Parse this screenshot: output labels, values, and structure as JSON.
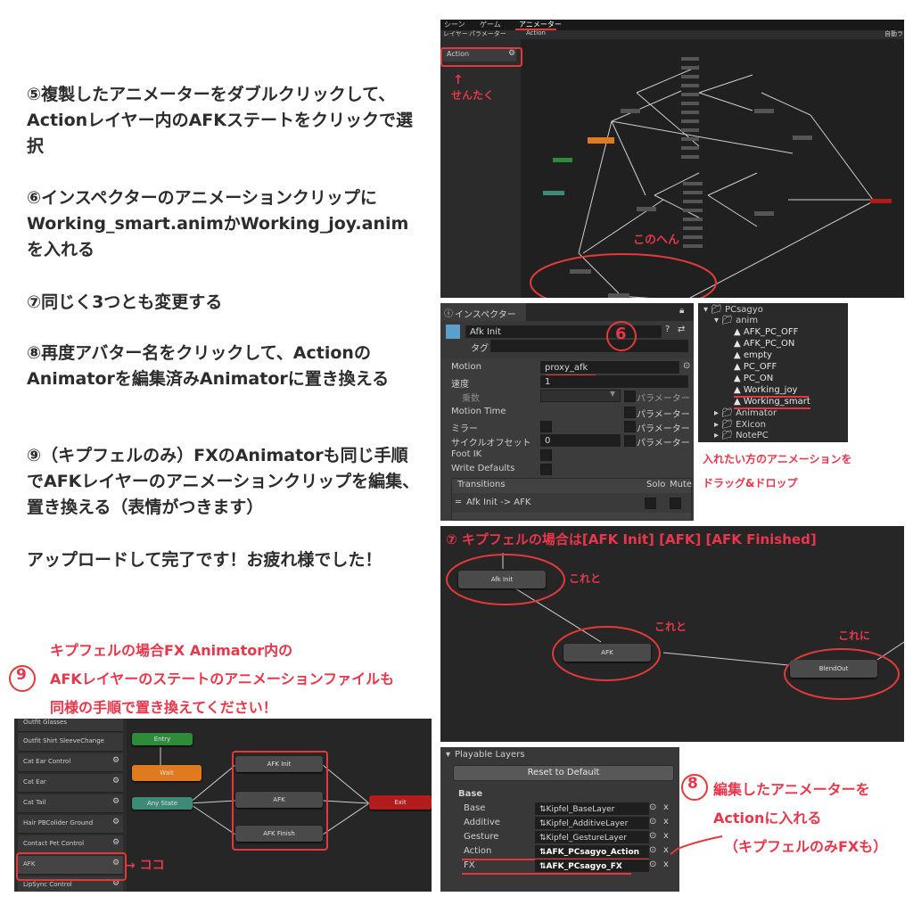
{
  "steps": {
    "s5": "⑤複製したアニメーターをダブルクリックして、Actionレイヤー内のAFKステートをクリックで選択",
    "s6": "⑥インスペクターのアニメーションクリップにWorking_smart.animかWorking_joy.animを入れる",
    "s7": "⑦同じく3つとも変更する",
    "s8": "⑧再度アバター名をクリックして、ActionのAnimatorを編集済みAnimatorに置き換える",
    "s9": "⑨（キプフェルのみ）FXのAnimatorも同じ手順でAFKレイヤーのアニメーションクリップを編集、置き換える（表情がつきます）",
    "done": "アップロードして完了です！お疲れ様でした！"
  },
  "animator_top": {
    "tabs": [
      "シーン",
      "ゲーム",
      "アニメーター"
    ],
    "sub_tabs": [
      "レイヤー",
      "パラメーター"
    ],
    "breadcrumb": "Action",
    "auto_label": "自動ラ",
    "layer_name": "Action",
    "note_select": "せんたく",
    "note_here": "このへん"
  },
  "inspector": {
    "tab": "インスペクター",
    "state_name": "Afk Init",
    "tag_label": "タグ",
    "rows": {
      "motion_label": "Motion",
      "motion_value": "proxy_afk",
      "speed_label": "速度",
      "speed_value": "1",
      "multiplier_label": "乗数",
      "param_label": "パラメーター",
      "motion_time_label": "Motion Time",
      "mirror_label": "ミラー",
      "cycle_label": "サイクルオフセット",
      "cycle_value": "0",
      "foot_ik_label": "Foot IK",
      "write_defaults_label": "Write Defaults"
    },
    "transitions_label": "Transitions",
    "solo_label": "Solo",
    "mute_label": "Mute",
    "transition_item": "Afk Init -> AFK",
    "circle_num": "6"
  },
  "project": {
    "root": "PCsagyo",
    "anim_folder": "anim",
    "files": [
      "AFK_PC_OFF",
      "AFK_PC_ON",
      "empty",
      "PC_OFF",
      "PC_ON",
      "Working_joy",
      "Working_smart"
    ],
    "folders": [
      "Animator",
      "EXicon",
      "NotePC"
    ],
    "note_drag_1": "入れたい方のアニメーションを",
    "note_drag_2": "ドラッグ&ドロップ"
  },
  "kipfel_states": {
    "title": "⑦ キプフェルの場合は[AFK Init] [AFK] [AFK Finished]",
    "nodes": [
      "Afk Init",
      "AFK",
      "BlendOut"
    ],
    "note_1": "これと",
    "note_2": "これと",
    "note_3": "これに"
  },
  "fx_note": {
    "circle_num": "9",
    "line1": "キプフェルの場合FX Animator内の",
    "line2": "AFKレイヤーのステートのアニメーションファイルも",
    "line3": "同様の手順で置き換えてください！"
  },
  "fx_animator": {
    "layers": [
      "Outfit Glasses",
      "Outfit Shirt SleeveChange",
      "Cat Ear Control",
      "Cat Ear",
      "Cat Tail",
      "Hair PBColider Ground",
      "Contact Pet Control",
      "AFK",
      "LipSync Control"
    ],
    "states": {
      "entry": "Entry",
      "wait": "Wait",
      "any": "Any State",
      "afk_init": "AFK Init",
      "afk": "AFK",
      "afk_finish": "AFK Finish",
      "exit": "Exit"
    },
    "note_here": "ココ"
  },
  "playable_layers": {
    "title": "Playable Layers",
    "reset_button": "Reset to Default",
    "section": "Base",
    "rows": [
      {
        "label": "Base",
        "value": "Kipfel_BaseLayer"
      },
      {
        "label": "Additive",
        "value": "Kipfel_AdditiveLayer"
      },
      {
        "label": "Gesture",
        "value": "Kipfel_GestureLayer"
      },
      {
        "label": "Action",
        "value": "AFK_PCsagyo_Action"
      },
      {
        "label": "FX",
        "value": "AFK_PCsagyo_FX"
      }
    ],
    "remove_label": "x",
    "note_line1": "編集したアニメーターを",
    "note_line2": "Actionに入れる",
    "note_line3": "（キプフェルのみFXも）",
    "circle_num": "8"
  },
  "colors": {
    "annotation": "#e23a3a",
    "panel_bg": "#282828",
    "orange_state": "#e07a1e",
    "green_state": "#2e8b3a",
    "teal_state": "#3d8a78",
    "red_state": "#b31c1c"
  }
}
